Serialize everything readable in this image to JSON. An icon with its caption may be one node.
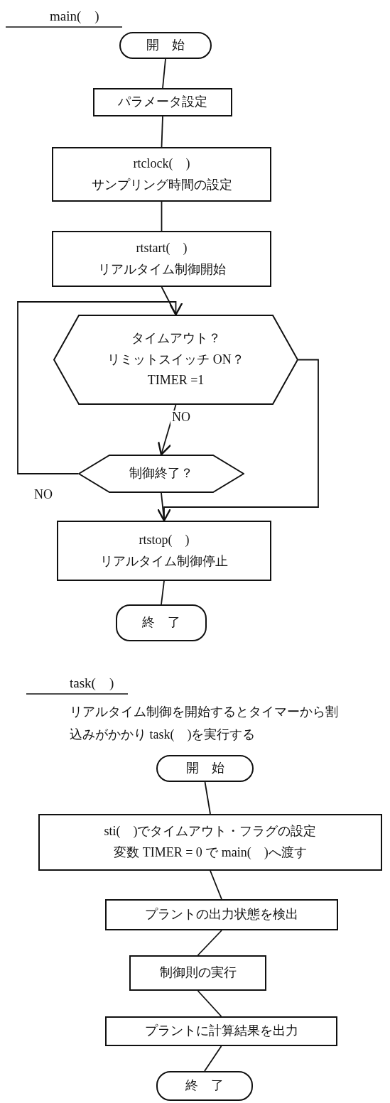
{
  "diagram": {
    "nodes": [
      {
        "text": [
          "開　始"
        ]
      },
      {
        "text": [
          "パラメータ設定"
        ]
      },
      {
        "text": [
          "rtclock(　)",
          "サンプリング時間の設定"
        ]
      },
      {
        "text": [
          "rtstart(　)",
          "リアルタイム制御開始"
        ]
      },
      {
        "text": [
          "タイムアウト？",
          "リミットスイッチ ON？",
          "TIMER =1"
        ]
      },
      {
        "text": [
          "制御終了？"
        ]
      },
      {
        "text": [
          "rtstop(　)",
          "リアルタイム制御停止"
        ]
      },
      {
        "text": [
          "終　了"
        ]
      },
      {
        "text": [
          "開　始"
        ]
      },
      {
        "text": [
          "sti(　)でタイムアウト・フラグの設定",
          "変数 TIMER = 0 で main(　)へ渡す"
        ]
      },
      {
        "text": [
          "プラントの出力状態を検出"
        ]
      },
      {
        "text": [
          "制御則の実行"
        ]
      },
      {
        "text": [
          "プラントに計算結果を出力"
        ]
      },
      {
        "text": [
          "終　了"
        ]
      }
    ],
    "edges": [
      {
        "from": 0,
        "to": 1,
        "arrow": "none"
      },
      {
        "from": 1,
        "to": 2,
        "arrow": "none"
      },
      {
        "from": 2,
        "to": 3,
        "arrow": "none"
      },
      {
        "from": 3,
        "to": 4,
        "arrow": "none"
      },
      {
        "from": 4,
        "to": 5,
        "arrow": "to",
        "label": "NO"
      },
      {
        "from": 5,
        "to": 4,
        "arrow": "to",
        "label": "NO"
      },
      {
        "from": 4,
        "to": 6,
        "arrow": "to"
      },
      {
        "from": 5,
        "to": 6,
        "arrow": "none"
      },
      {
        "from": 6,
        "to": 7,
        "arrow": "none"
      },
      {
        "from": 8,
        "to": 9,
        "arrow": "none"
      },
      {
        "from": 9,
        "to": 10,
        "arrow": "none"
      },
      {
        "from": 10,
        "to": 11,
        "arrow": "none"
      },
      {
        "from": 11,
        "to": 12,
        "arrow": "none"
      },
      {
        "from": 12,
        "to": 13,
        "arrow": "none"
      }
    ],
    "labels": [
      "main(　)",
      "task(　)",
      "リアルタイム制御を開始するとタイマーから割込みがかかり task(　)を実行する"
    ]
  }
}
